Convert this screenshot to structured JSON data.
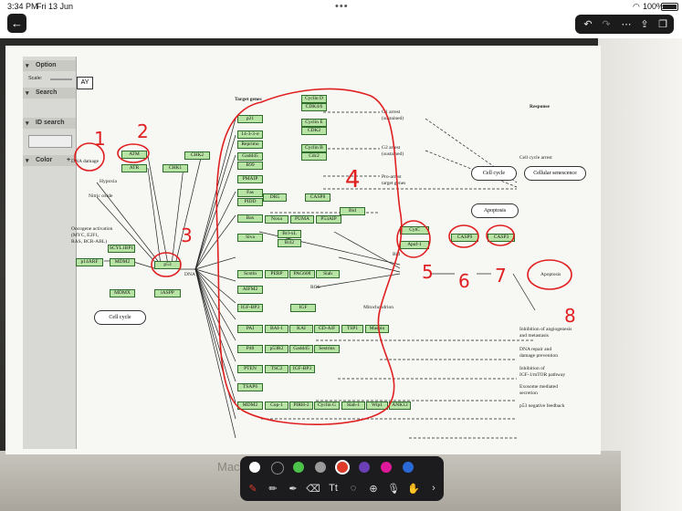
{
  "status_bar": {
    "time": "3:34 PM",
    "date": "Fri 13 Jun",
    "battery": "100%"
  },
  "toolbar": {
    "back": "←",
    "undo": "↶",
    "redo": "↷",
    "more": "⋯",
    "share": "⇪",
    "copy": "❐"
  },
  "screen": {
    "sidebar": {
      "option": "Option",
      "scale": "Scale:",
      "search": "Search",
      "id_search": "ID search",
      "color": "Color",
      "way": "AY"
    },
    "pathway": {
      "header_target_genes": "Target genes",
      "header_response": "Response",
      "labels": {
        "dna_damage": "DNA damage",
        "hypoxia": "Hypoxia",
        "nitric_oxide": "Nitric oxide",
        "oncogene1": "Oncogene activation",
        "oncogene2": "(MYC, E2F1,",
        "oncogene3": "RAS, BCR-ABL)",
        "dna": "DNA",
        "ros": "ROS",
        "mitochondrion": "Mitochondrion",
        "bid_small": "Bid",
        "g1_arrest": "G1 arrest",
        "g1_sustained": "(sustained)",
        "g2_arrest": "G2 arrest",
        "g2_sustained": "(sustained)",
        "pro_arrest": "Pro-arrest",
        "target_genes": "target genes",
        "cell_cycle_arrest": "Cell cycle arrest",
        "inhibition_angio": "Inhibition of angiogenesis",
        "and_metastasis": "and metastasis",
        "dna_repair": "DNA repair and",
        "damage_prevention": "damage prevention",
        "inhibition_igf": "Inhibition of",
        "igf_mtor": "IGF-1/mTOR pathway",
        "exosome": "Exosome mediated",
        "secretion": "secretion",
        "p53_feedback": "p53 negative feedback"
      },
      "ovals": {
        "cell_cycle_left": "Cell cycle",
        "cell_cycle": "Cell cycle",
        "cellular_senescence": "Cellular senescence",
        "apoptosis": "Apoptosis",
        "apoptosis_right": "Apoptosis"
      },
      "genes": {
        "atm": "ATM",
        "atr": "ATR",
        "chk1": "CHK1",
        "chk2": "CHK2",
        "scyl1bp1": "SCYL1BP1",
        "p14arf": "p14ARF",
        "mdm2": "MDM2",
        "p53": "p53",
        "mdmx": "MDMX",
        "iaspp": "iASPP",
        "p21": "p21",
        "cycd1": "Cyclin D",
        "cycd2": "CDK4/6",
        "cyce1": "Cyclin E",
        "cyce2": "CDK2",
        "g1433": "14-3-3-σ",
        "reprimo": "Reprimo",
        "gadd45": "Gadd45",
        "b99": "B99",
        "cycb1": "Cyclin B",
        "cycb2": "Cdc2",
        "pmaip": "PMAIP",
        "fas": "Fas",
        "pidd": "PIDD",
        "dr5": "DR5",
        "casp8": "CASP8",
        "bid": "Bid",
        "bax": "Bax",
        "noxa": "Noxa",
        "puma": "PUMA",
        "p53aip": "P53AIP",
        "cytc": "CytC",
        "apaf1": "Apaf-1",
        "casp9": "CASP9",
        "casp3": "CASP3",
        "siva": "Siva",
        "bclxl": "Bcl-xL",
        "bcl2": "Bcl2",
        "scotin": "Scotin",
        "perp": "PERP",
        "pag608": "PAG608",
        "siah": "Siah",
        "aifm2": "AIFM2",
        "igfbp3": "IGF-BP3",
        "igf": "IGF",
        "pai": "PAI",
        "bai1": "BAI-1",
        "kai": "KAI",
        "gdaip": "GD-AiF",
        "tsp1": "TSP1",
        "maspin": "Maspin",
        "p48": "P48",
        "p53r2": "p53R2",
        "gadd45b": "Gadd45",
        "sestrins": "Sestrins",
        "pten": "PTEN",
        "tsc2": "TSC2",
        "igfbp3b": "IGF-BP3",
        "tsap6": "TSAP6",
        "mdm2b": "MDM2",
        "cop1": "Cop-1",
        "pirh2": "PIRH-2",
        "cycg": "Cyclin G",
        "siah1": "Siah-1",
        "wip1": "Wip1",
        "ank": "ANK12"
      },
      "annotations": {
        "n1": "1",
        "n2": "2",
        "n3": "3",
        "n4": "4",
        "n5": "5",
        "n6": "6",
        "n7": "7",
        "n8": "8"
      }
    }
  },
  "laptop": {
    "brand": "Mac"
  },
  "palette": {
    "colors": [
      "#ffffff",
      "#1c1c1e",
      "#4cc24a",
      "#9a9a9a",
      "#e03a2a",
      "#6b3fb5",
      "#e0199a",
      "#2a6ad8"
    ],
    "tools": {
      "pen": "✎",
      "pencil": "✏",
      "marker": "✒",
      "eraser": "⌫",
      "text": "Tt",
      "lasso": "◌",
      "add": "⊕",
      "mic": "🎙",
      "hand": "✋",
      "next": "›"
    }
  }
}
